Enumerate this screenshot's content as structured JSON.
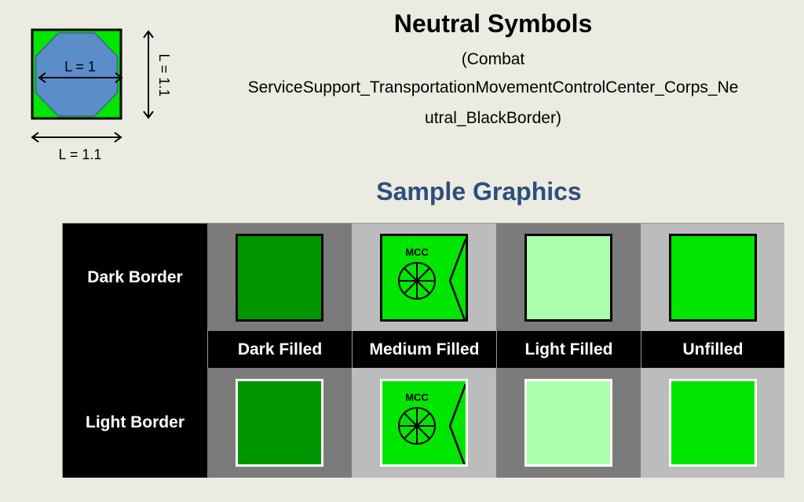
{
  "header": {
    "title": "Neutral Symbols",
    "subtitle_line1": "(Combat",
    "subtitle_line2": "ServiceSupport_TransportationMovementControlCenter_Corps_Ne",
    "subtitle_line3": "utral_BlackBorder)"
  },
  "size_diagram": {
    "octagon_label": "L = 1",
    "vertical_label": "L = 1.1",
    "horizontal_label": "L = 1.1",
    "frame_color": "#00e600",
    "octagon_color": "#5b8dc8"
  },
  "sample_heading": "Sample Graphics",
  "table": {
    "rows": [
      "Dark Border",
      "Light Border"
    ],
    "columns": [
      "Dark Filled",
      "Medium Filled",
      "Light Filled",
      "Unfilled"
    ],
    "symbol_text": "MCC",
    "fill_colors": {
      "dark": "#009600",
      "medium": "#00e600",
      "light": "#aaffaa",
      "unfilled": "#00e600"
    },
    "cell_backgrounds": {
      "dark": "#7b7b7b",
      "light": "#bcbcbc"
    }
  }
}
